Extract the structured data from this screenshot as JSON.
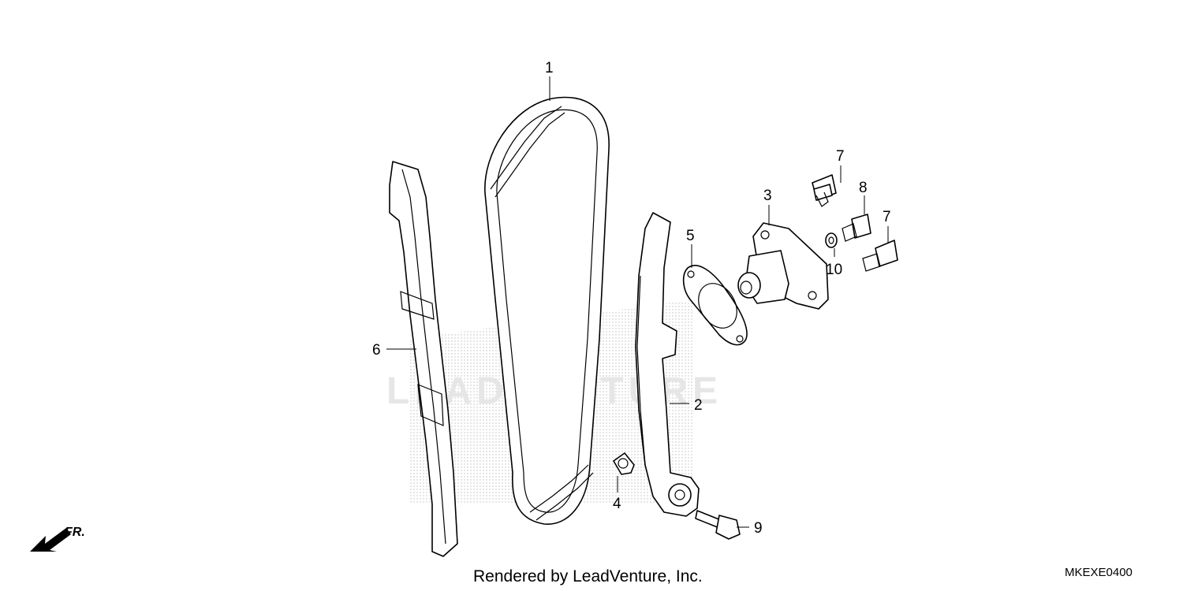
{
  "diagram": {
    "callouts": [
      "1",
      "2",
      "3",
      "4",
      "5",
      "6",
      "7",
      "7",
      "8",
      "9",
      "10"
    ],
    "front_marker": "FR.",
    "diagram_code": "MKEXE0400",
    "footer": "Rendered by LeadVenture, Inc.",
    "watermark": "LEADVENTURE",
    "colors": {
      "line": "#000000",
      "background": "#ffffff",
      "watermark": "#e6e6e6"
    }
  }
}
